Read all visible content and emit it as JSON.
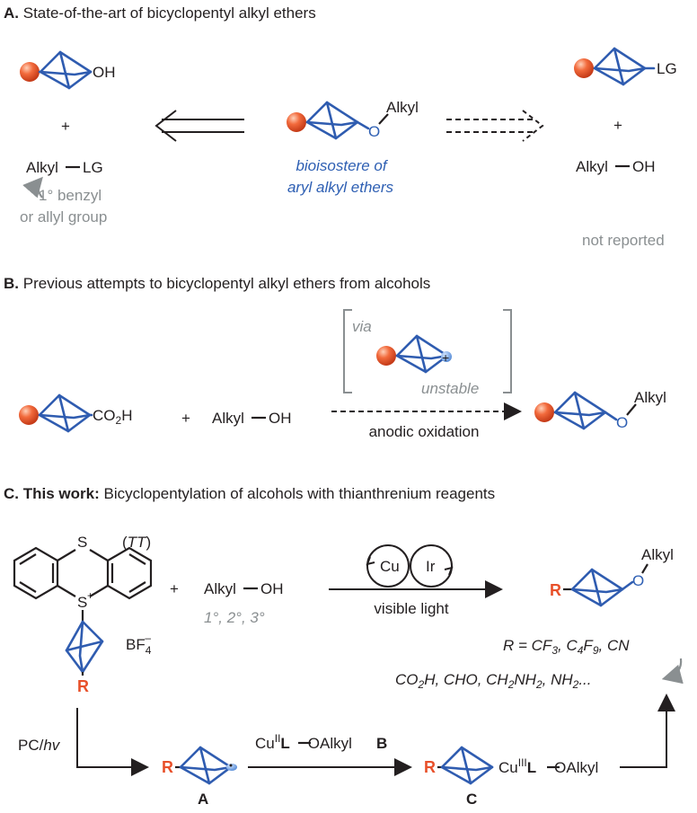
{
  "colors": {
    "bcp": "#2f5cb0",
    "substituent": "#e8502a",
    "note": "#8a8f91",
    "text": "#231f20"
  },
  "sectionA": {
    "heading_letter": "A.",
    "heading_text": "State-of-the-art of bicyclopentyl alkyl ethers",
    "oh": "OH",
    "plus_left": "+",
    "alkyl_lg": "Alkyl",
    "lg": "LG",
    "note_left_1": "1° benzyl",
    "note_left_2": "or allyl group",
    "center_alkyl": "Alkyl",
    "center_o": "O",
    "bioisostere_1": "bioisostere of",
    "bioisostere_2": "aryl alkyl ethers",
    "right_lg": "LG",
    "plus_right": "+",
    "right_alkyl": "Alkyl",
    "right_oh": "OH",
    "not_reported": "not reported"
  },
  "sectionB": {
    "heading_letter": "B.",
    "heading_text": "Previous attempts to bicyclopentyl alkyl ethers from alcohols",
    "co2h_a": "CO",
    "co2h_sub": "2",
    "co2h_b": "H",
    "plus": "+",
    "alkyl": "Alkyl",
    "oh": "OH",
    "via": "via",
    "plus_charge": "+",
    "unstable": "unstable",
    "anodic": "anodic oxidation",
    "product_alkyl": "Alkyl",
    "product_o": "O"
  },
  "sectionC": {
    "heading_letter": "C.",
    "heading_bold": "This work:",
    "heading_text": "Bicyclopentylation of alcohols with thianthrenium reagents",
    "tt_open": "(",
    "tt": "TT",
    "tt_close": ")",
    "s_top": "S",
    "s_bottom": "S",
    "s_charge": "+",
    "bf4": "BF",
    "bf4_sub": "4",
    "bf4_sup": "–",
    "r_reagent": "R",
    "plus": "+",
    "alkyl": "Alkyl",
    "oh": "OH",
    "alcohol_classes": "1°, 2°, 3°",
    "cu": "Cu",
    "ir": "Ir",
    "visible_light": "visible light",
    "product_alkyl": "Alkyl",
    "product_o": "O",
    "product_r": "R",
    "r_equals": "R = CF",
    "cf3_sub": "3",
    "c4f9_a": ", C",
    "c4f9_sub1": "4",
    "c4f9_b": "F",
    "c4f9_sub2": "9",
    "cn": ", CN",
    "deriv_a": "CO",
    "deriv_sub1": "2",
    "deriv_b": "H, CHO, CH",
    "deriv_sub2": "2",
    "deriv_c": "NH",
    "deriv_sub3": "2",
    "deriv_d": ", NH",
    "deriv_sub4": "2",
    "deriv_e": "...",
    "pc": "PC/",
    "hv": "hv",
    "radical_r": "R",
    "label_a": "A",
    "cu_reagent": "Cu",
    "cu_ox": "II",
    "cu_l": "L",
    "cu_oalkyl": "OAlkyl",
    "label_b": "B",
    "cu3_r": "R",
    "cu3": "Cu",
    "cu3_ox": "III",
    "cu3_l": "L",
    "cu3_oalkyl": "OAlkyl",
    "label_c": "C"
  }
}
